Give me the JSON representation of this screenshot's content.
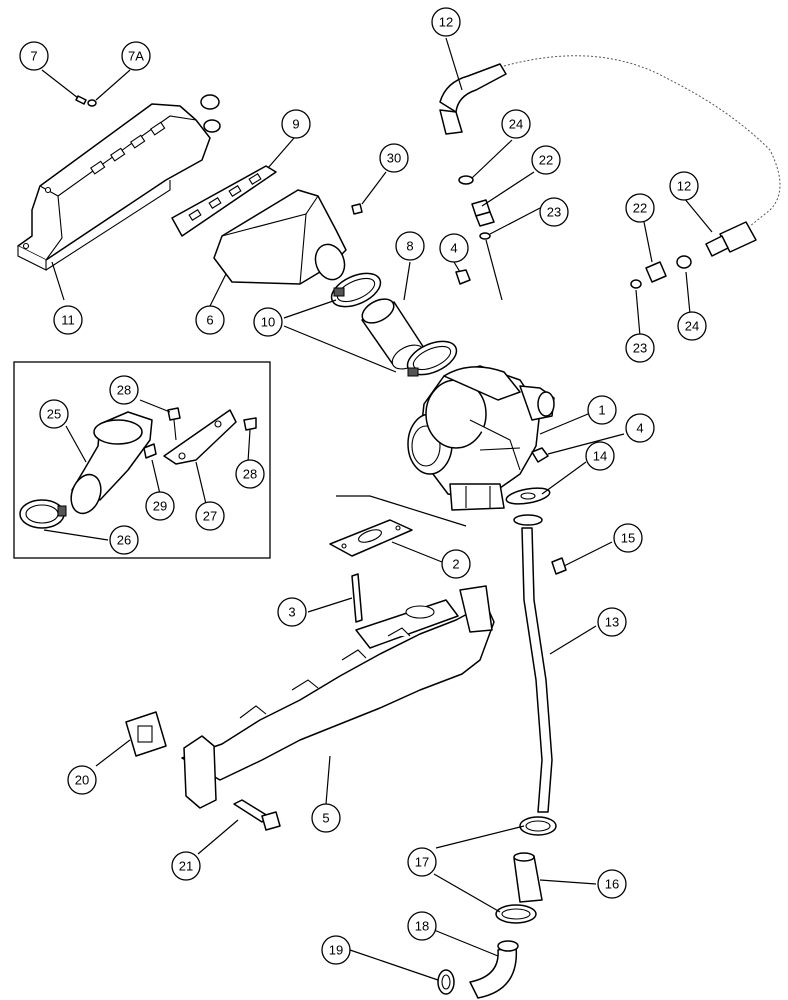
{
  "callouts": [
    {
      "id": "c-7",
      "label": "7"
    },
    {
      "id": "c-7a",
      "label": "7A"
    },
    {
      "id": "c-9",
      "label": "9"
    },
    {
      "id": "c-30",
      "label": "30"
    },
    {
      "id": "c-11",
      "label": "11"
    },
    {
      "id": "c-6",
      "label": "6"
    },
    {
      "id": "c-12a",
      "label": "12"
    },
    {
      "id": "c-24a",
      "label": "24"
    },
    {
      "id": "c-22a",
      "label": "22"
    },
    {
      "id": "c-23a",
      "label": "23"
    },
    {
      "id": "c-8",
      "label": "8"
    },
    {
      "id": "c-4a",
      "label": "4"
    },
    {
      "id": "c-10",
      "label": "10"
    },
    {
      "id": "c-12b",
      "label": "12"
    },
    {
      "id": "c-22b",
      "label": "22"
    },
    {
      "id": "c-24b",
      "label": "24"
    },
    {
      "id": "c-23b",
      "label": "23"
    },
    {
      "id": "c-28a",
      "label": "28"
    },
    {
      "id": "c-25",
      "label": "25"
    },
    {
      "id": "c-28b",
      "label": "28"
    },
    {
      "id": "c-29",
      "label": "29"
    },
    {
      "id": "c-27",
      "label": "27"
    },
    {
      "id": "c-26",
      "label": "26"
    },
    {
      "id": "c-1",
      "label": "1"
    },
    {
      "id": "c-4b",
      "label": "4"
    },
    {
      "id": "c-14",
      "label": "14"
    },
    {
      "id": "c-2",
      "label": "2"
    },
    {
      "id": "c-15",
      "label": "15"
    },
    {
      "id": "c-3",
      "label": "3"
    },
    {
      "id": "c-13",
      "label": "13"
    },
    {
      "id": "c-20",
      "label": "20"
    },
    {
      "id": "c-5",
      "label": "5"
    },
    {
      "id": "c-21",
      "label": "21"
    },
    {
      "id": "c-17",
      "label": "17"
    },
    {
      "id": "c-16",
      "label": "16"
    },
    {
      "id": "c-18",
      "label": "18"
    },
    {
      "id": "c-19",
      "label": "19"
    }
  ]
}
